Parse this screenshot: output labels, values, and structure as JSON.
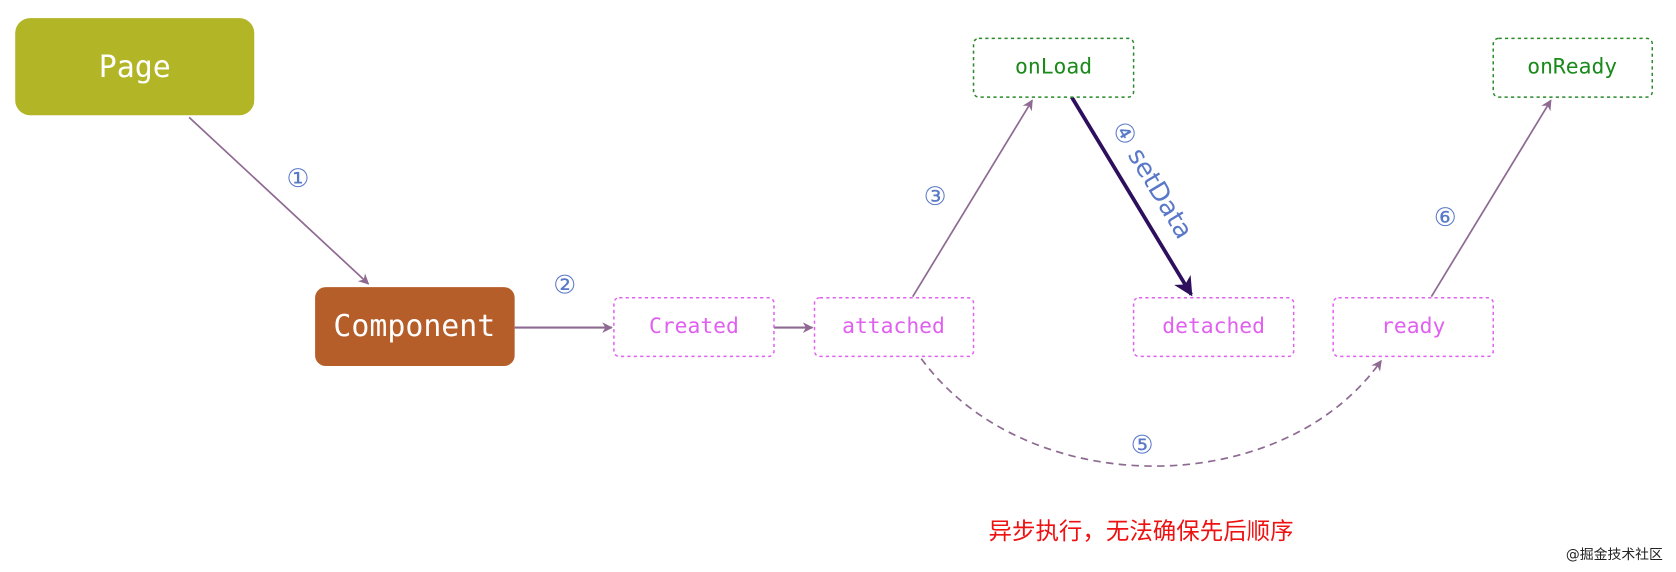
{
  "nodes": {
    "page": "Page",
    "component": "Component",
    "created": "Created",
    "attached": "attached",
    "detached": "detached",
    "ready": "ready",
    "onload": "onLoad",
    "onready": "onReady"
  },
  "steps": {
    "s1": "①",
    "s2": "②",
    "s3": "③",
    "s4": "④ setData",
    "s5": "⑤",
    "s6": "⑥"
  },
  "note": "异步执行，无法确保先后顺序",
  "watermark": "@掘金技术社区",
  "colors": {
    "page": "#b2b525",
    "component": "#b55e2a",
    "component_hooks": "#e060f0",
    "page_hooks": "#2a8a2a",
    "arrow": "#8e6a92",
    "setdata_arrow": "#2d0f5e",
    "step_label": "#5a78c8",
    "note": "#ee1111"
  }
}
